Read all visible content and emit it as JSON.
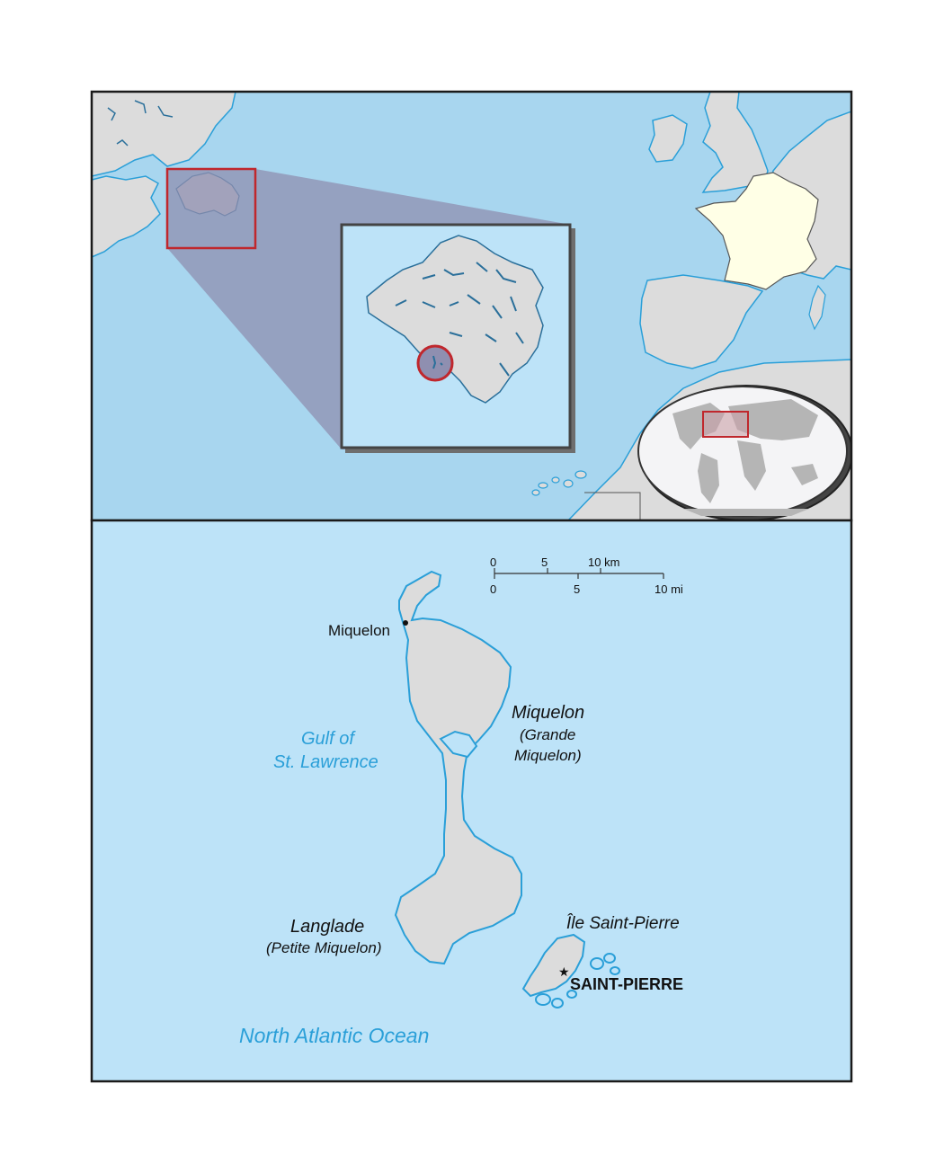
{
  "colors": {
    "ocean_top": "#a8d6ef",
    "ocean_bottom": "#bde3f8",
    "land": "#dcdcdc",
    "land_highlight": "#ffffe6",
    "coast": "#2a9fd8",
    "lake": "#2a6f9a",
    "frame": "#1a1a1a",
    "locator_red": "#c0272d",
    "callout_fill": "#8f8fb0",
    "water_label": "#2a9fd8",
    "text": "#111111"
  },
  "scale_bar": {
    "km_ticks": [
      "0",
      "5",
      "10 km"
    ],
    "mi_ticks": [
      "0",
      "5",
      "10 mi"
    ]
  },
  "labels": {
    "miquelon_town": "Miquelon",
    "miquelon_island": "Miquelon",
    "miquelon_island_sub1": "(Grande",
    "miquelon_island_sub2": "Miquelon)",
    "gulf_line1": "Gulf of",
    "gulf_line2": "St. Lawrence",
    "langlade": "Langlade",
    "langlade_sub": "(Petite Miquelon)",
    "ile_saint_pierre": "Île Saint-Pierre",
    "saint_pierre_capital": "SAINT-PIERRE",
    "ocean": "North Atlantic Ocean"
  }
}
